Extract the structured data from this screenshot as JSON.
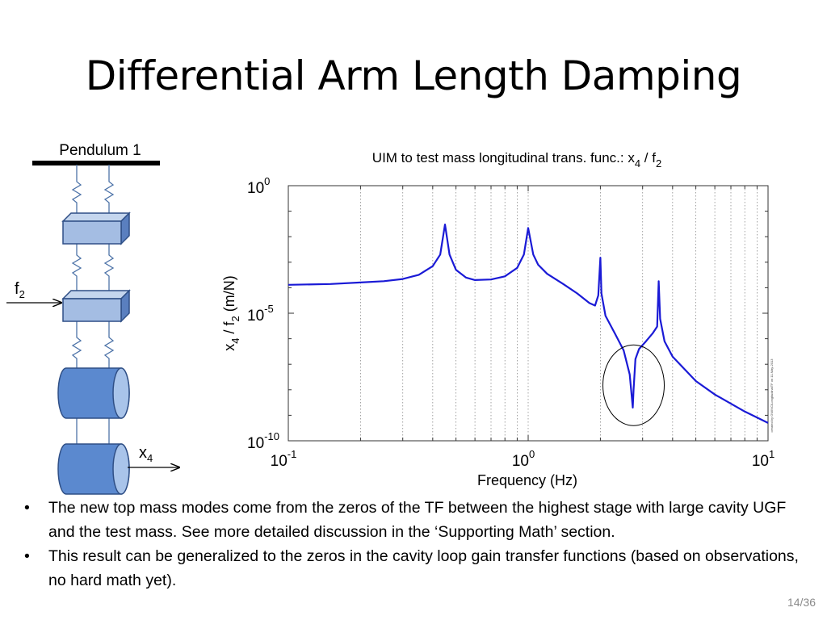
{
  "slide": {
    "title": "Differential Arm Length Damping",
    "page_number": "14/36"
  },
  "diagram": {
    "pendulum_label": "Pendulum 1",
    "force_label": "f",
    "force_sub": "2",
    "disp_label": "x",
    "disp_sub": "4"
  },
  "bullets": [
    "The new top mass modes come from the zeros of the TF between the highest stage with large cavity UGF and the test mass. See more detailed discussion in the ‘Supporting Math’ section.",
    "This result can be generalized to the zeros in the cavity loop gain transfer functions (based on observations, no hard math yet)."
  ],
  "chart_data": {
    "type": "line",
    "title": "UIM to test mass longitudinal trans. func.: x 4 / f 2",
    "title_parts": {
      "main": "UIM to test mass longitudinal trans. func.: x",
      "sub1": "4",
      "mid": " / f",
      "sub2": "2"
    },
    "xlabel": "Frequency (Hz)",
    "ylabel_parts": {
      "a": "x",
      "sub1": "4",
      "b": " / f",
      "sub2": "2",
      "c": " (m/N)"
    },
    "x_scale": "log",
    "y_scale": "log",
    "xlim": [
      0.1,
      10
    ],
    "ylim": [
      1e-10,
      1
    ],
    "xticks": [
      {
        "value": 0.1,
        "base": "10",
        "exp": "-1"
      },
      {
        "value": 1,
        "base": "10",
        "exp": "0"
      },
      {
        "value": 10,
        "base": "10",
        "exp": "1"
      }
    ],
    "yticks": [
      {
        "value": 1e-10,
        "base": "10",
        "exp": "-10"
      },
      {
        "value": 1e-05,
        "base": "10",
        "exp": "-5"
      },
      {
        "value": 1,
        "base": "10",
        "exp": "0"
      }
    ],
    "grid": "vertical-dotted",
    "line_color": "#1a1ad6",
    "watermark": "created by GWINC/LongitudinalTF on 11-May-2013",
    "series": [
      {
        "x": [
          0.1,
          0.15,
          0.2,
          0.25,
          0.3,
          0.35,
          0.4,
          0.43,
          0.45,
          0.47,
          0.5,
          0.55,
          0.6,
          0.7,
          0.8,
          0.9,
          0.96,
          1.0,
          1.05,
          1.1,
          1.2,
          1.4,
          1.6,
          1.8,
          1.9,
          1.96,
          2.0,
          2.02,
          2.1,
          2.3,
          2.5,
          2.65,
          2.73,
          2.75,
          2.8,
          2.9,
          3.1,
          3.3,
          3.45,
          3.5,
          3.55,
          3.7,
          4.0,
          5.0,
          6.0,
          8.0,
          10.0
        ],
        "y": [
          0.00013,
          0.00014,
          0.00016,
          0.00018,
          0.00022,
          0.00032,
          0.0007,
          0.002,
          0.03,
          0.002,
          0.0005,
          0.00025,
          0.0002,
          0.00021,
          0.00028,
          0.0006,
          0.002,
          0.022,
          0.002,
          0.0008,
          0.00035,
          0.00014,
          6e-05,
          2.5e-05,
          2e-05,
          5e-05,
          0.0015,
          6e-05,
          8e-06,
          1.6e-06,
          3.5e-07,
          4e-08,
          2e-09,
          1e-08,
          1.6e-07,
          4e-07,
          8e-07,
          1.6e-06,
          3e-06,
          0.00018,
          6e-06,
          8e-07,
          2e-07,
          2.2e-08,
          6.5e-09,
          1.4e-09,
          5e-10
        ]
      }
    ],
    "annotations": [
      {
        "type": "ellipse",
        "x": 2.75,
        "y": 1.5e-08,
        "note": "highlighted zero"
      }
    ]
  }
}
